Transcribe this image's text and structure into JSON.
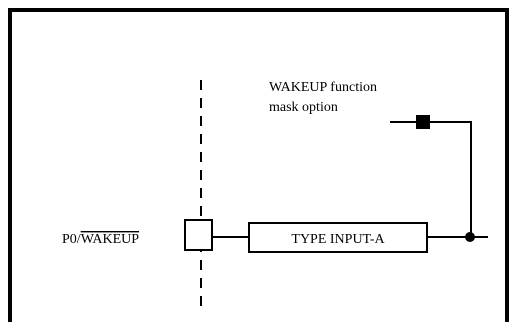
{
  "diagram": {
    "pin_label": {
      "prefix": "P0/",
      "overlined": "WAKEUP"
    },
    "block_label": "TYPE INPUT-A",
    "annotation": {
      "line1": "WAKEUP function",
      "line2": "mask option"
    }
  },
  "colors": {
    "line": "#000000",
    "background": "#ffffff"
  }
}
